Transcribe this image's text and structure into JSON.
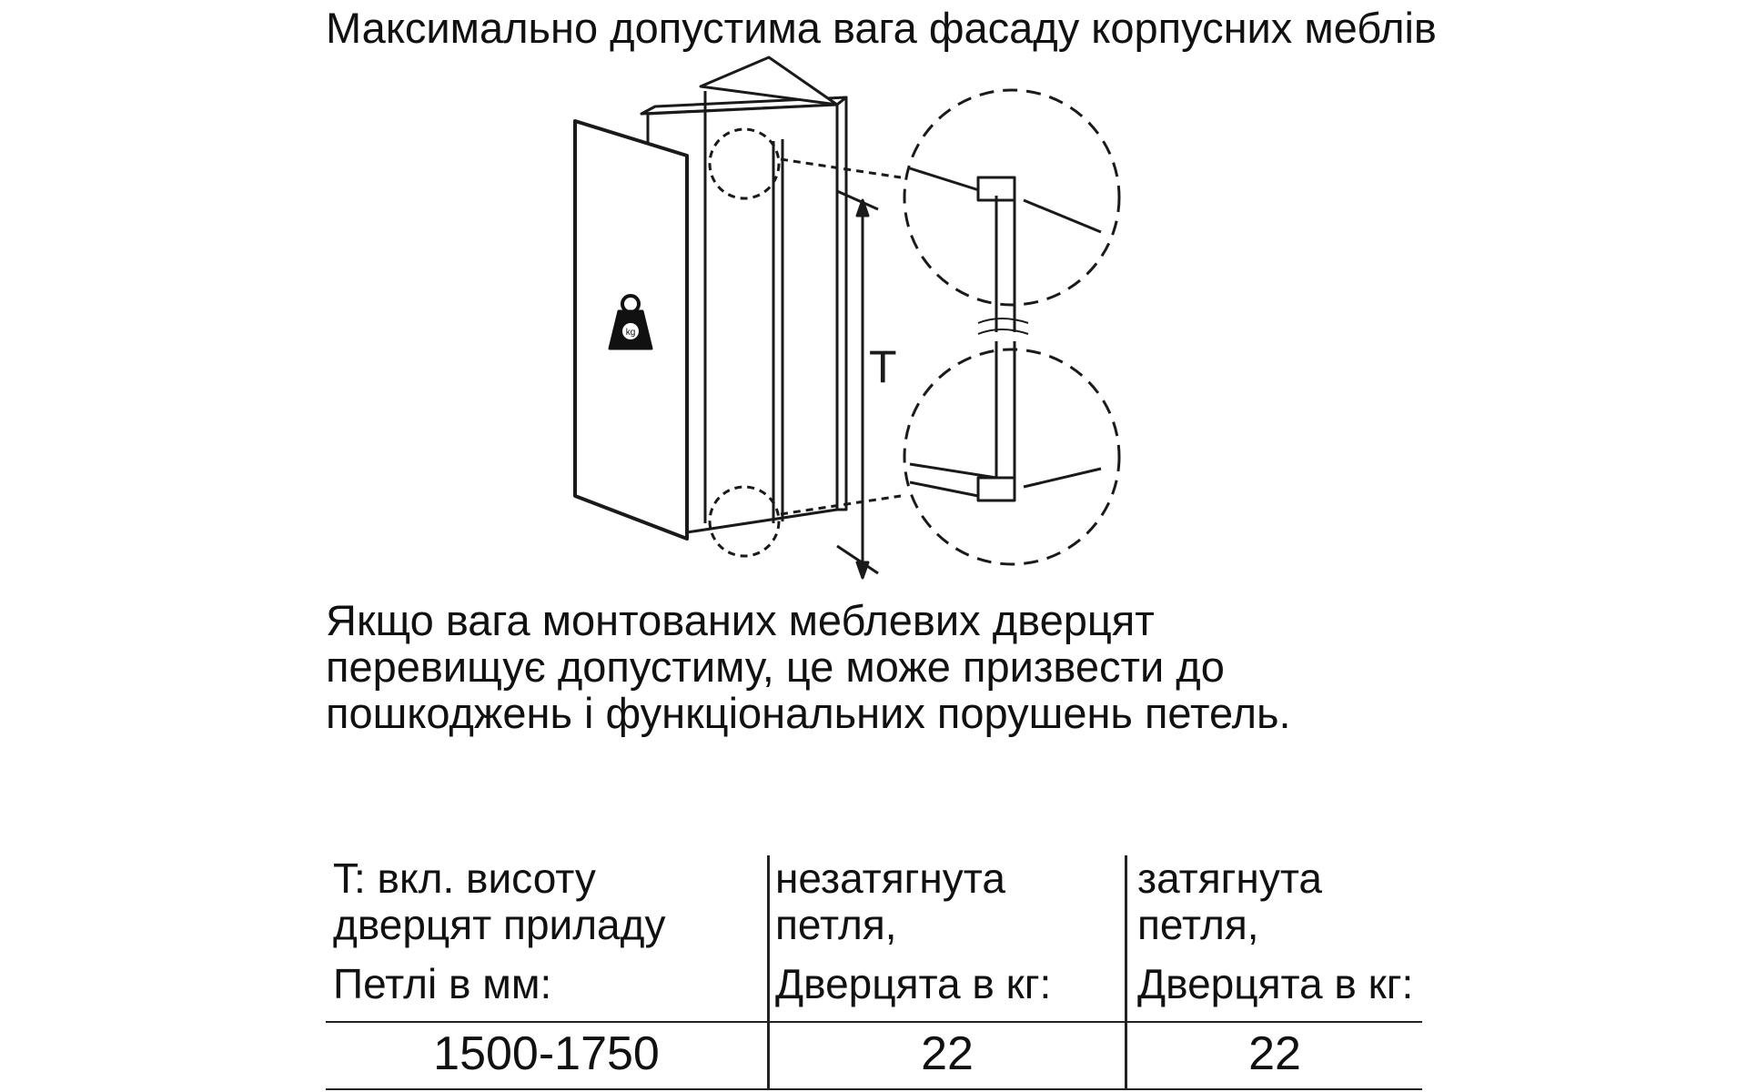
{
  "title": "Максимально допустима вага фасаду корпусних меблів",
  "figure": {
    "dimension_label": "T",
    "weight_unit_icon": "kg",
    "icon": "weight-kg-icon"
  },
  "warning_text": "Якщо вага монтованих меблевих дверцят перевищує допустиму, це може призвести до пошкоджень і функціональних порушень петель.",
  "table": {
    "headers": [
      {
        "line1": "T: вкл. висоту",
        "line2": "дверцят приладу",
        "unit": "Петлі в мм:"
      },
      {
        "line1": "незатягнута",
        "line2": "петля,",
        "unit": "Дверцята в кг:"
      },
      {
        "line1": "затягнута",
        "line2": "петля,",
        "unit": "Дверцята в кг:"
      }
    ],
    "rows": [
      [
        "1500-1750",
        "22",
        "22"
      ]
    ]
  }
}
